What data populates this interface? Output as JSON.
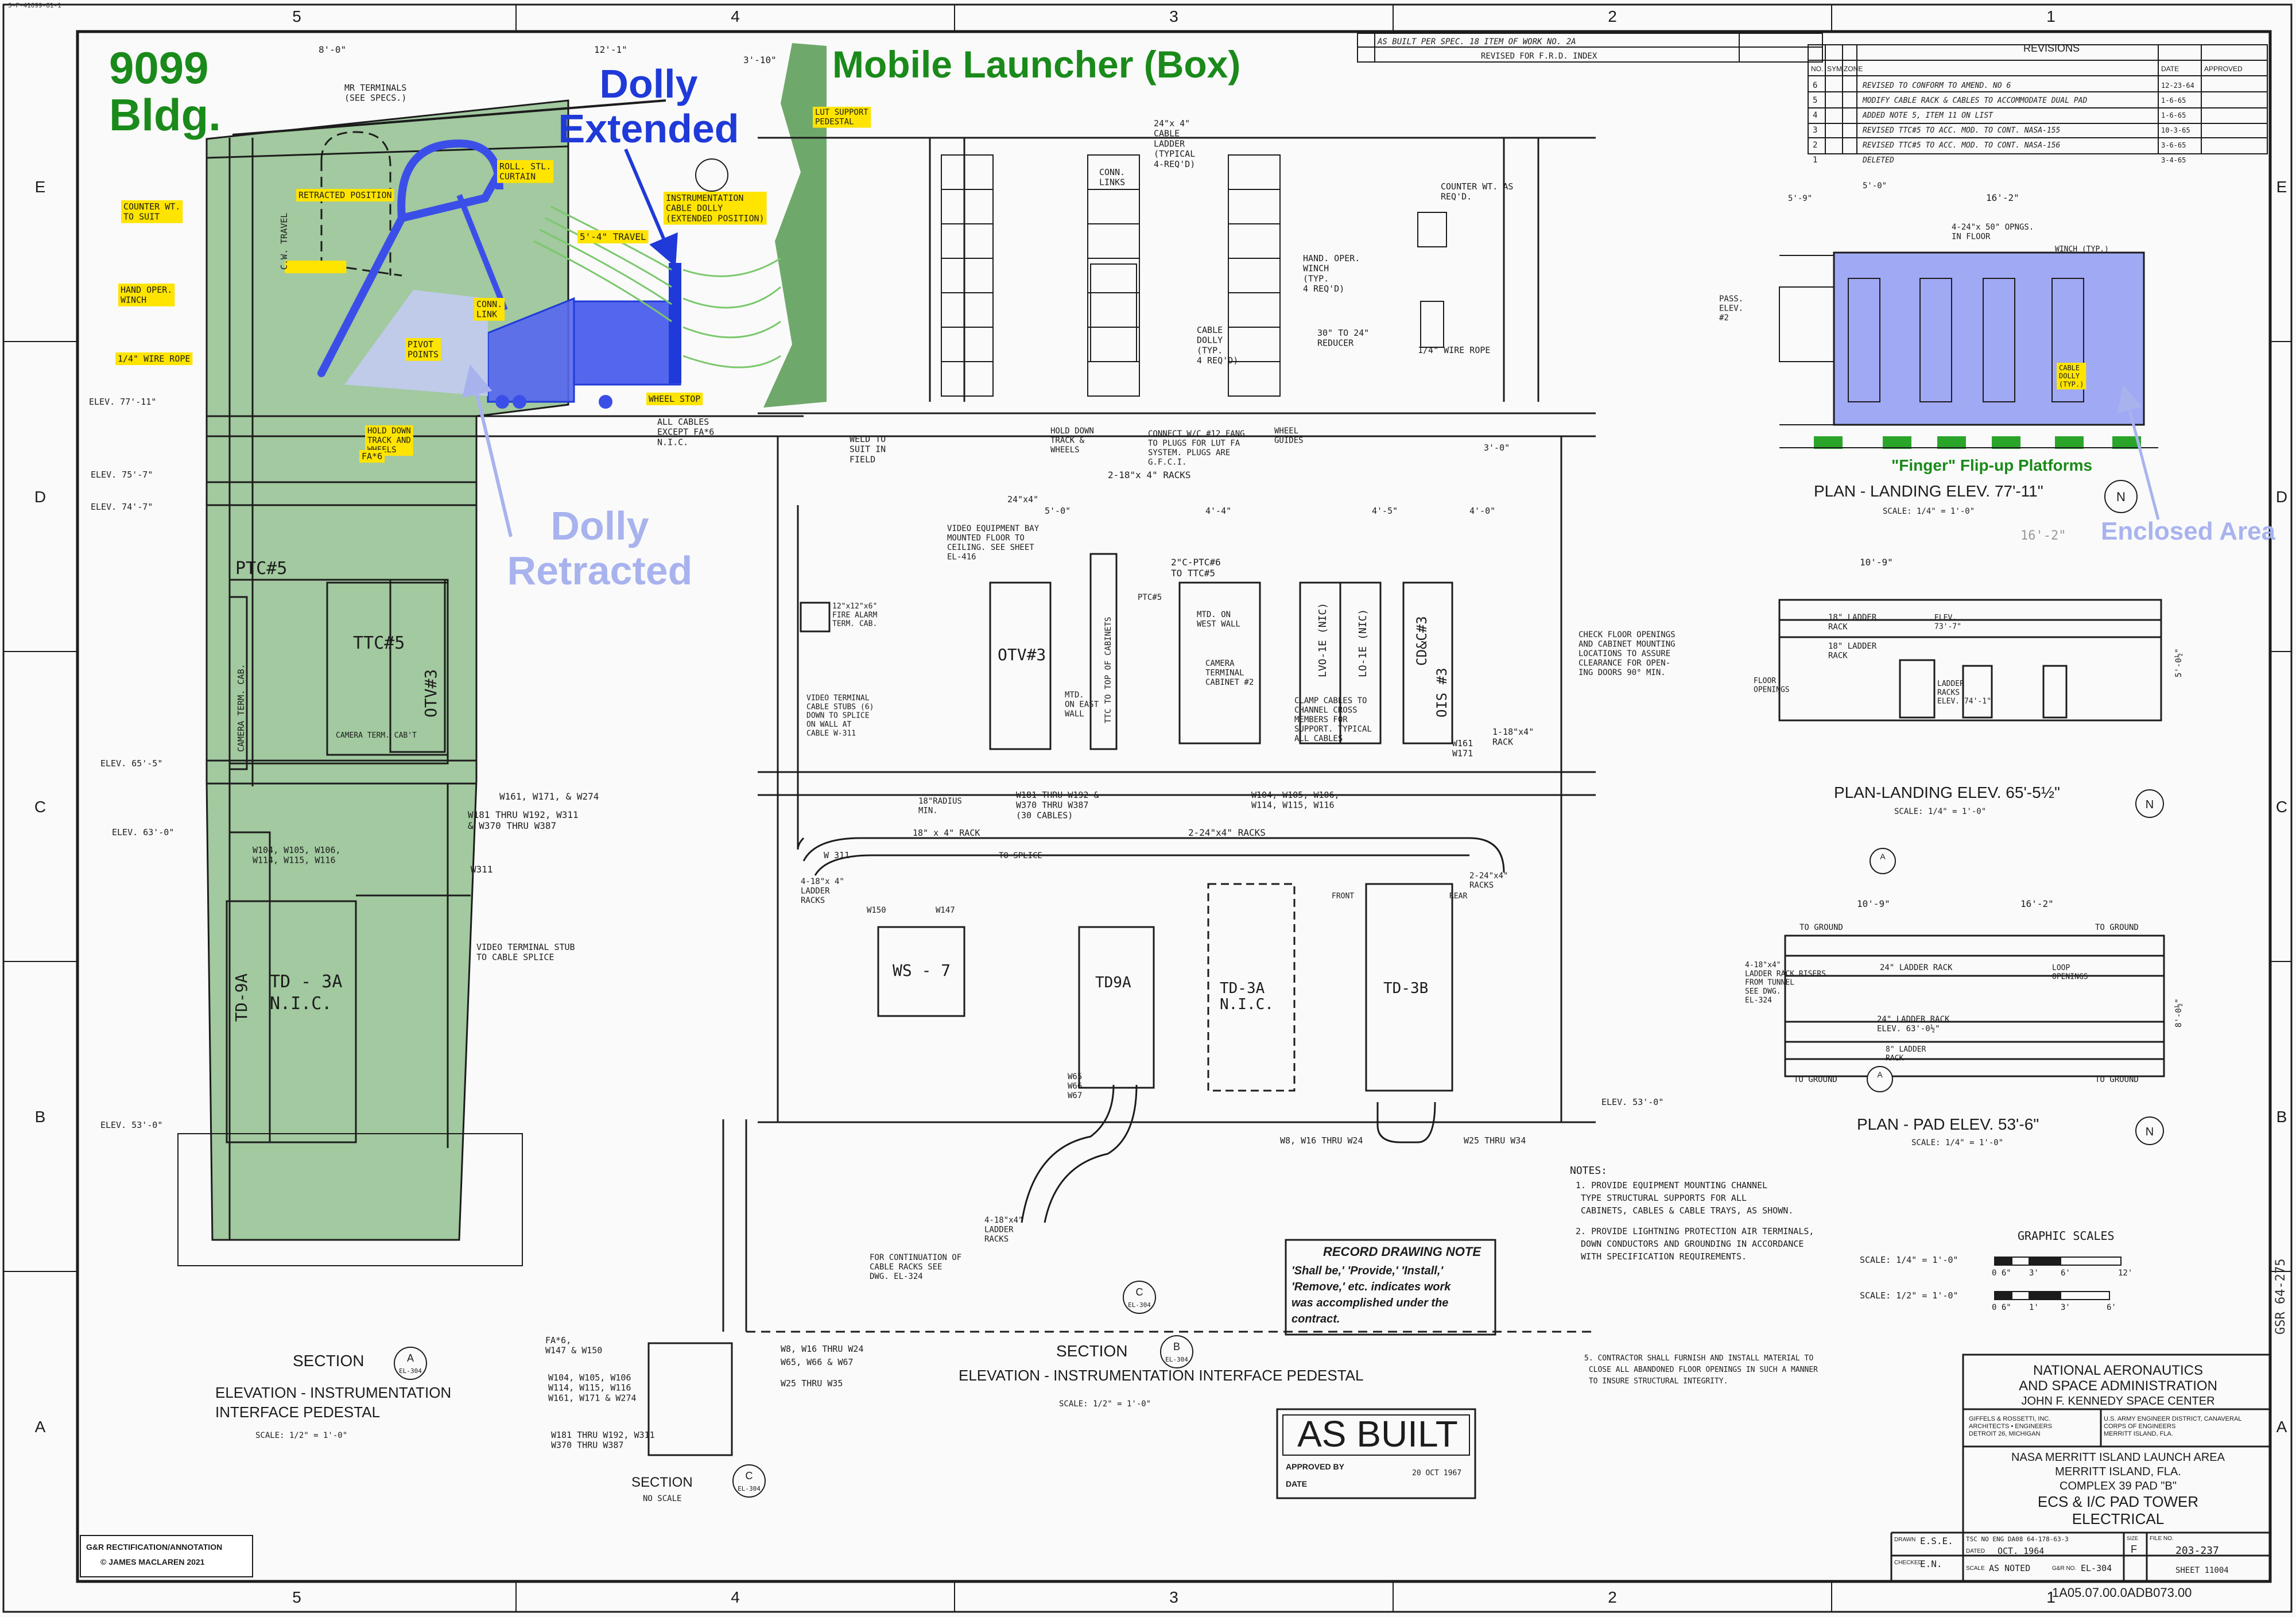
{
  "colors": {
    "paper": "#fafafa",
    "ink": "#1c1c1c",
    "green_fill": "#7fb57c",
    "green_text": "#1a8a1a",
    "blue_fill": "#5566ee",
    "blue_text": "#1f3ad8",
    "light_blue": "#a8b3ee",
    "yellow": "#ffe400"
  },
  "border": {
    "columns": [
      "5",
      "4",
      "3",
      "2",
      "1"
    ],
    "rows": [
      "E",
      "D",
      "C",
      "B",
      "A"
    ],
    "corner_note": "S-F-41099-81-1",
    "side_note": "GSR 64-275"
  },
  "annotations": {
    "building": "9099\nBldg.",
    "mobile_launcher": "Mobile Launcher (Box)",
    "dolly_extended": "Dolly\nExtended",
    "dolly_retracted": "Dolly\nRetracted",
    "finger_platforms": "\"Finger\" Flip-up Platforms",
    "enclosed_area": "Enclosed Area"
  },
  "left_labels": {
    "mr_terminals": "MR TERMINALS\n(SEE SPECS.)",
    "retracted_position": "RETRACTED POSITION",
    "roll_curtain": "ROLL. STL.\nCURTAIN",
    "instr_dolly": "INSTRUMENTATION\nCABLE DOLLY\n(EXTENDED POSITION)",
    "counter_wt": "COUNTER WT.\nTO SUIT",
    "cw_travel": "C.W. TRAVEL",
    "hand_oper": "HAND OPER.\nWINCH",
    "wire_rope": "1/4\" WIRE ROPE",
    "conn_link": "CONN.\nLINK",
    "pivot_points": "PIVOT\nPOINTS",
    "travel": "5'-4\" TRAVEL",
    "wheel_stop": "WHEEL STOP",
    "hold_down": "HOLD DOWN\nTRACK AND\nWHEELS",
    "all_cables": "ALL CABLES\nEXCEPT FA*6\nN.I.C.",
    "lut_support": "LUT SUPPORT\nPEDESTAL",
    "fa6": "FA*6",
    "ptc5": "PTC#5",
    "ttc5": "TTC#5",
    "otv3": "OTV#3",
    "camera_cab": "CAMERA TERM. CAB.",
    "camera_term": "CAMERA TERM. CAB'T",
    "td3a": "TD - 3A\nN.I.C.",
    "td9a": "TD-9A",
    "elev_77": "ELEV. 77'-11\"",
    "elev_75": "ELEV. 75'-7\"",
    "elev_74": "ELEV. 74'-7\"",
    "elev_65": "ELEV. 65'-5\"",
    "elev_63": "ELEV. 63'-0\"",
    "elev_53": "ELEV. 53'-0\"",
    "dim_8": "8'-0\"",
    "dim_12": "12'-1\"",
    "dim_3": "3'-10\"",
    "w161": "W161, W171, & W274",
    "w181": "W181 THRU W192, W311\n& W370 THRU W387",
    "w104": "W104, W105, W106,\nW114, W115, W116",
    "w311": "W311",
    "video_stub": "VIDEO TERMINAL STUB\nTO CABLE SPLICE"
  },
  "mid_labels": {
    "conn_links": "CONN.\nLINKS",
    "cable_ladder": "24\"x 4\"\nCABLE\nLADDER\n(TYPICAL\n4-REQ'D)",
    "cable_dolly": "CABLE\nDOLLY\n(TYP.\n4 REQ'D)",
    "counter_wt_as": "COUNTER WT. AS\nREQ'D.",
    "hand_winch": "HAND. OPER.\nWINCH\n(TYP.\n4 REQ'D)",
    "reducer": "30\" TO 24\"\nREDUCER",
    "wire_rope2": "1/4\" WIRE ROPE",
    "weld": "WELD TO\nSUIT IN\nFIELD",
    "hold_down2": "HOLD DOWN\nTRACK &\nWHEELS",
    "connect": "CONNECT W/C #12 FANG\nTO PLUGS FOR LUT FA\nSYSTEM. PLUGS ARE\nG.F.C.I.",
    "wheel_guides": "WHEEL\nGUIDES",
    "racks_218": "2-18\"x 4\" RACKS",
    "rack_24": "24\"x4\"",
    "video_bay": "VIDEO EQUIPMENT BAY\nMOUNTED FLOOR TO\nCEILING. SEE SHEET\nEL-416",
    "ptc6": "2\"C-PTC#6\nTO TTC#5",
    "ptc5b": "PTC#5",
    "mtd_west": "MTD. ON\nWEST WALL",
    "camera_term2": "CAMERA\nTERMINAL\nCABINET #2",
    "fire_alarm": "12\"x12\"x6\"\nFIRE ALARM\nTERM. CAB.",
    "otv3": "OTV#3",
    "mtd_east": "MTD.\nON EAST\nWALL",
    "ttc_top": "TTC TO TOP OF CABINETS",
    "lvo1": "LVO-1E (NIC)",
    "lo1": "LO-1E (NIC)",
    "cdc3": "CD&C#3",
    "ois3": "OIS #3",
    "clamp": "CLAMP CABLES TO\nCHANNEL CROSS\nMEMBERS FOR\nSUPPORT. TYPICAL\nALL CABLES",
    "video_term": "VIDEO TERMINAL\nCABLE STUBS (6)\nDOWN TO SPLICE\nON WALL AT\nCABLE W-311",
    "w181b": "W181 THRU W192 &\nW370 THRU W387\n(30 CABLES)",
    "w104b": "W104, W105, W106,\nW114, W115, W116",
    "w161b": "W161\nW171",
    "rack_110": "1-18\"x4\"\nRACK",
    "radius": "18\"RADIUS\nMIN.",
    "racks_224": "2-24\"x4\" RACKS",
    "rack_18": "18\" x 4\" RACK",
    "ladder_racks": "4-18\"x 4\"\nLADDER\nRACKS",
    "to_splice": "TO SPLICE",
    "w311b": "W 311",
    "w150": "W150",
    "w147": "W147",
    "ws7": "WS - 7",
    "td9a": "TD9A",
    "td3a": "TD-3A\nN.I.C.",
    "td3b": "TD-3B",
    "front": "FRONT",
    "rear": "REAR",
    "racks_224b": "2-24\"x4\"\nRACKS",
    "w65": "W65\nW66\nW67",
    "w8": "W8, W16 THRU W24",
    "w25": "W25 THRU W34",
    "ladder_racks2": "4-18\"x4\"\nLADDER\nRACKS",
    "continuation": "FOR CONTINUATION OF\nCABLE RACKS SEE\nDWG. EL-324",
    "elev_53b": "ELEV. 53'-0\"",
    "dim_5": "5'-0\"",
    "dim_44": "4'-4\"",
    "dim_45": "4'-5\"",
    "dim_40": "4'-0\"",
    "dim_30": "3'-0\""
  },
  "sections": {
    "sec_a_title": "SECTION",
    "sec_a_sub": "ELEVATION - INSTRUMENTATION\nINTERFACE    PEDESTAL",
    "sec_a_scale": "SCALE: 1/2\" = 1'-0\"",
    "sec_b_title": "SECTION",
    "sec_b_sub": "ELEVATION - INSTRUMENTATION  INTERFACE PEDESTAL",
    "sec_b_scale": "SCALE: 1/2\" = 1'-0\"",
    "sec_c_title": "SECTION",
    "sec_c_scale": "NO SCALE",
    "callout_a": "A",
    "callout_b": "B",
    "callout_c": "C",
    "callout_ref": "EL-304",
    "c_fa6": "FA*6,\nW147 & W150",
    "c_w104": "W104, W105, W106\nW114, W115, W116\nW161, W171 & W274",
    "c_w181": "W181 THRU W192, W311\nW370 THRU W387",
    "c_w8": "W8, W16 THRU W24",
    "c_w65": "W65, W66 & W67",
    "c_w25": "W25 THRU W35"
  },
  "plans": {
    "plan_77": "PLAN - LANDING ELEV. 77'-11\"",
    "plan_65": "PLAN-LANDING ELEV. 65'-5½\"",
    "plan_53": "PLAN - PAD ELEV. 53'-6\"",
    "scale_14": "SCALE: 1/4\" = 1'-0\"",
    "dim_16_2": "16'-2\"",
    "dim_10_9": "10'-9\"",
    "dim_5_9": "5'-9\"",
    "dim_5_0": "5'-0\"",
    "dim_5_0h": "5'-0½\"",
    "dim_8_0h": "8'-0½\"",
    "pass_elev": "PASS.\nELEV.\n#2",
    "ladder_rack_18": "18\" LADDER\nRACK",
    "elev_73": "ELEV.\n73'-7\"",
    "floor_openings": "FLOOR\nOPENINGS",
    "ladder_racks_74": "LADDER\nRACKS\nELEV. 74'-1\"",
    "check_floor": "CHECK FLOOR OPENINGS\nAND CABINET MOUNTING\nLOCATIONS TO ASSURE\nCLEARANCE FOR OPEN-\nING DOORS 90° MIN.",
    "to_ground": "TO GROUND",
    "ladder_risers": "4-18\"x4\"\nLADDER RACK RISERS\nFROM TUNNEL\nSEE DWG.\nEL-324",
    "ladder_24": "24\" LADDER RACK",
    "ladder_24b": "24\" LADDER RACK\nELEV. 63'-0½\"",
    "ladder_8": "8\" LADDER\nRACK",
    "loop_open": "LOOP\nOPENINGS",
    "north": "N",
    "in_floor": "4-24\"x 50\" OPNGS.\nIN FLOOR",
    "winch_typ": "WINCH (TYP.)",
    "cable_dolly_typ": "CABLE\nDOLLY\n(TYP.)"
  },
  "revisions": {
    "title": "REVISIONS",
    "headers": [
      "NO.",
      "SYM",
      "ZONE",
      "",
      "DATE",
      "APPROVED"
    ],
    "rows": [
      [
        "6",
        "REVISED TO CONFORM TO AMEND. NO 6",
        "12-23-64"
      ],
      [
        "5",
        "MODIFY CABLE RACK & CABLES TO ACCOMMODATE DUAL PAD",
        "1-6-65"
      ],
      [
        "4",
        "ADDED NOTE 5, ITEM 11 ON LIST",
        "1-6-65"
      ],
      [
        "3",
        "REVISED TTC#5 TO ACC. MOD. TO CONT. NASA-155",
        "10-3-65"
      ],
      [
        "2",
        "REVISED TTC#5 TO ACC. MOD. TO CONT. NASA-156",
        "3-6-65"
      ],
      [
        "1",
        "DELETED",
        "3-4-65"
      ]
    ],
    "top1": "AS BUILT PER SPEC. 18 ITEM OF WORK NO. 2A",
    "top2": "REVISED FOR F.R.D. INDEX"
  },
  "notes": {
    "title": "NOTES:",
    "n1": "1. PROVIDE EQUIPMENT MOUNTING CHANNEL\n   TYPE STRUCTURAL SUPPORTS FOR ALL\n   CABINETS, CABLES & CABLE TRAYS, AS SHOWN.",
    "n2": "2. PROVIDE LIGHTNING PROTECTION AIR TERMINALS,\n   DOWN CONDUCTORS AND GROUNDING IN ACCORDANCE\n   WITH SPECIFICATION REQUIREMENTS.",
    "n5": "5. CONTRACTOR SHALL FURNISH AND INSTALL MATERIAL TO\n   CLOSE ALL ABANDONED FLOOR OPENINGS IN SUCH A MANNER\n   TO INSURE STRUCTURAL INTEGRITY."
  },
  "record_note": {
    "title": "RECORD DRAWING NOTE",
    "body": "'Shall be,'  'Provide,'  'Install,'\n'Remove,' etc. indicates work\nwas accomplished under the\ncontract."
  },
  "as_built": {
    "stamp": "AS BUILT",
    "approved": "APPROVED BY",
    "date": "DATE",
    "date_val": "20 OCT 1967"
  },
  "graphic_scales": {
    "title": "GRAPHIC  SCALES",
    "s1": "SCALE:  1/4\" = 1'-0\"",
    "s2": "SCALE:  1/2\" = 1'-0\"",
    "ticks1": [
      "0 6\"",
      "3'",
      "6'",
      "12'"
    ],
    "ticks2": [
      "0 6\"",
      "1'",
      "3'",
      "6'"
    ]
  },
  "title_block": {
    "agency1": "NATIONAL AERONAUTICS",
    "agency2": "AND SPACE ADMINISTRATION",
    "center": "JOHN F. KENNEDY SPACE CENTER",
    "firm": "GIFFELS & ROSSETTI, INC.\nARCHITECTS  •  ENGINEERS\nDETROIT 26, MICHIGAN",
    "corps": "U.S. ARMY ENGINEER DISTRICT, CANAVERAL\nCORPS OF ENGINEERS\nMERRITT ISLAND, FLA.",
    "p1": "NASA MERRITT ISLAND LAUNCH AREA",
    "p2": "MERRITT ISLAND, FLA.",
    "p3": "COMPLEX 39          PAD \"B\"",
    "p4": "ECS & I/C PAD TOWER",
    "p5": "ELECTRICAL",
    "drawn": "E.S.E.",
    "checked": "E.N.",
    "dated": "OCT. 1964",
    "scale": "AS NOTED",
    "gr_no": "EL-304",
    "size": "F",
    "file_no": "203-237",
    "sheet": "SHEET 11004",
    "contract": "TSC NO ENG DA08 64-178-63-3",
    "doc_no": "1A05.07.00.0ADB073.00",
    "label_drawn": "DRAWN",
    "label_checked": "CHECKED",
    "label_dated": "DATED",
    "label_scale": "SCALE",
    "label_gr": "G&R NO.",
    "label_size": "SIZE",
    "label_file": "FILE NO."
  },
  "credit": {
    "line1": "G&R RECTIFICATION/ANNOTATION",
    "line2": "© JAMES MACLAREN 2021"
  }
}
